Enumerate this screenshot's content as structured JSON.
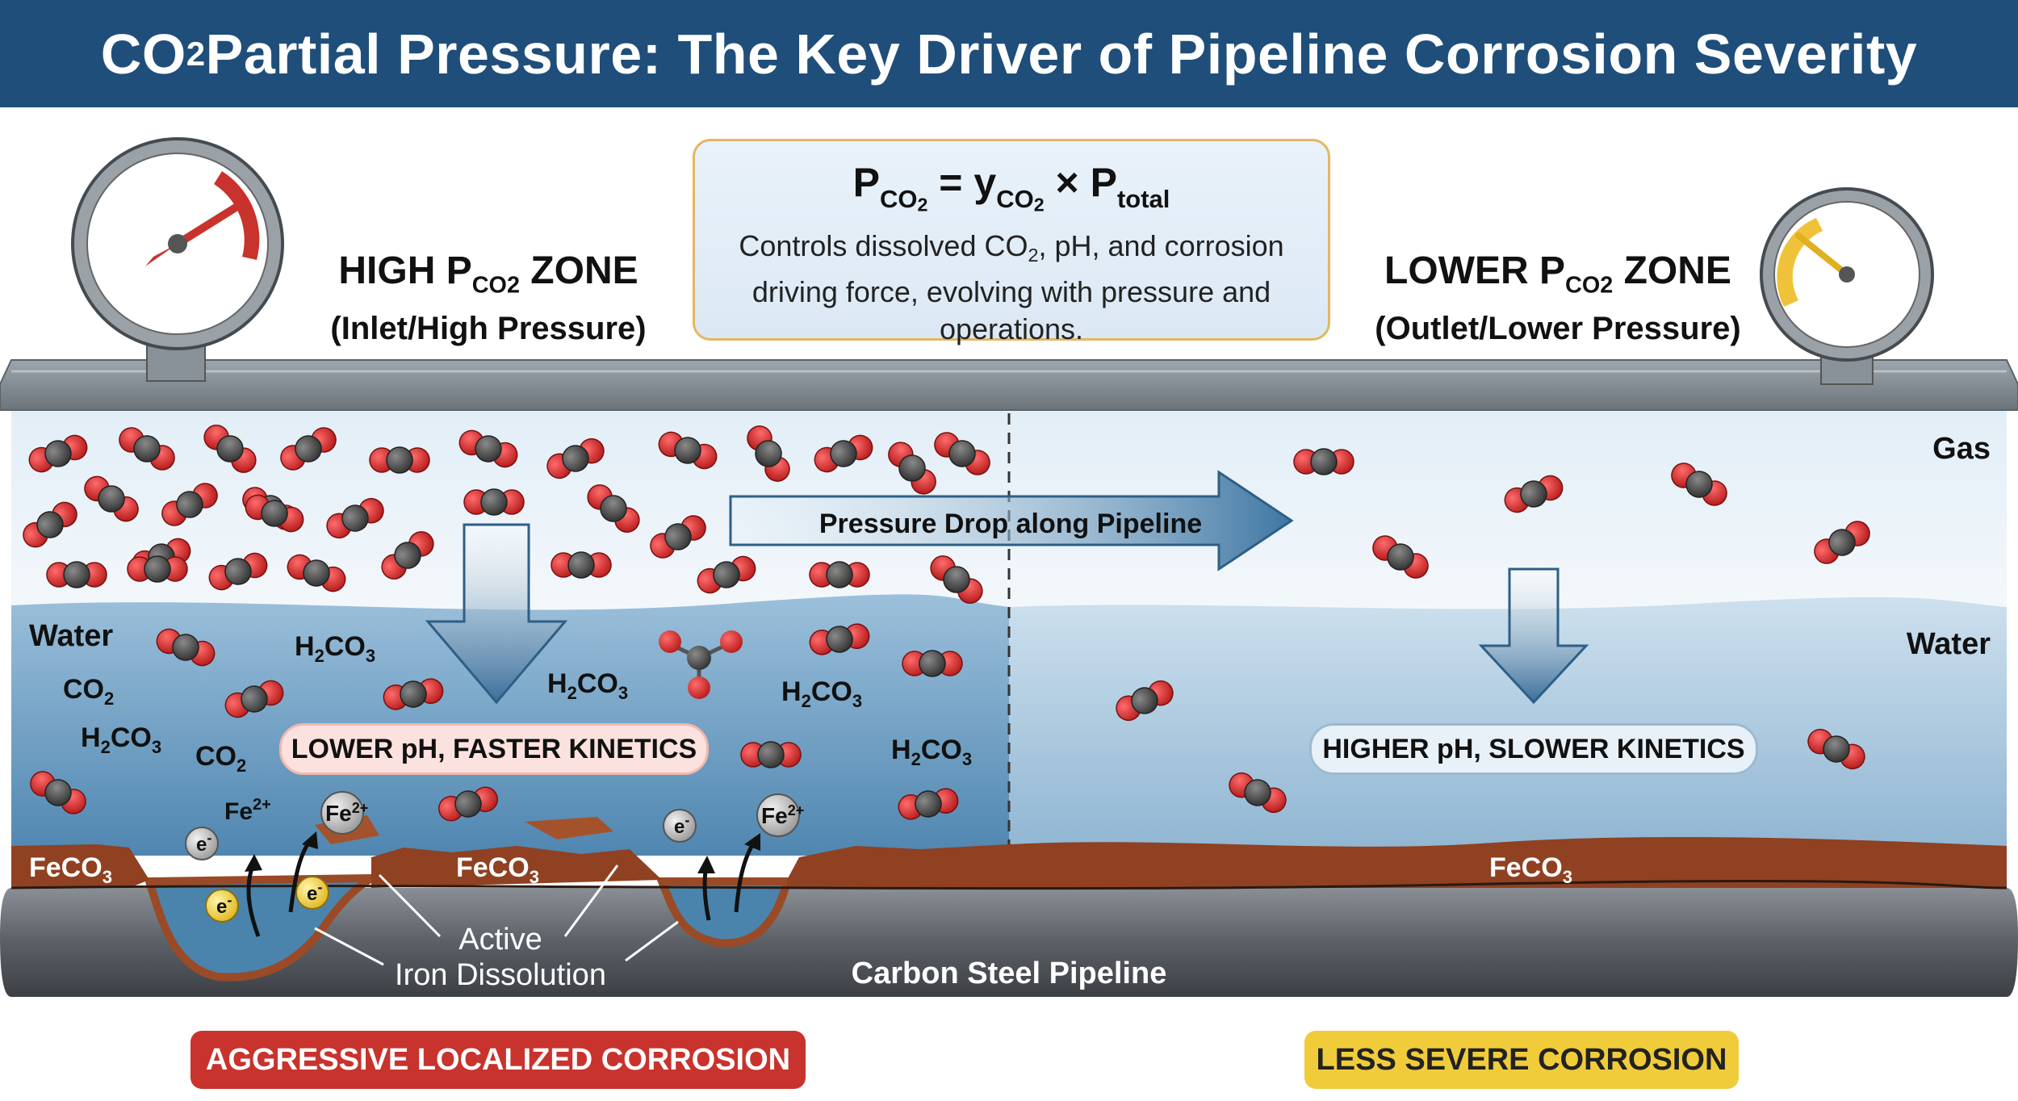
{
  "title": {
    "prefix": "CO",
    "sub": "2",
    "rest": " Partial Pressure: The Key Driver of Pipeline Corrosion Severity"
  },
  "formula": {
    "p": "P",
    "p_sub": "CO",
    "p_sub2": "2",
    "eq": " = y",
    "y_sub": "CO",
    "y_sub2": "2",
    "times": " × P",
    "total": "total"
  },
  "formula_desc": {
    "line1a": "Controls dissolved CO",
    "line1sub": "2",
    "line1b": ", pH, and corrosion",
    "line2": "driving force, evolving with pressure and",
    "line3": "operations."
  },
  "high_zone": {
    "title_a": "HIGH P",
    "title_sub": "CO",
    "title_sub2": "2",
    "title_b": " ZONE",
    "subtitle": "(Inlet/High Pressure)"
  },
  "low_zone": {
    "title_a": "LOWER P",
    "title_sub": "CO",
    "title_sub2": "2",
    "title_b": " ZONE",
    "subtitle": "(Outlet/Lower Pressure)"
  },
  "labels": {
    "gas": "Gas",
    "water_left": "Water",
    "water_right": "Water",
    "pressure_drop": "Pressure Drop along Pipeline",
    "pipeline": "Carbon Steel Pipeline",
    "active": "Active",
    "iron_dissolution": "Iron Dissolution",
    "lower_ph": "LOWER pH, FASTER KINETICS",
    "higher_ph": "HIGHER pH, SLOWER KINETICS",
    "aggressive": "AGGRESSIVE LOCALIZED CORROSION",
    "less_severe": "LESS SEVERE CORROSION"
  },
  "species": {
    "co2": "CO",
    "co2_sub": "2",
    "h2co3_a": "H",
    "h2co3_sub1": "2",
    "h2co3_b": "CO",
    "h2co3_sub2": "3",
    "feco3_a": "FeCO",
    "feco3_sub": "3",
    "fe": "Fe",
    "fe_charge": "2+",
    "electron": "e",
    "electron_charge": "-"
  },
  "colors": {
    "title_bg": "#1f4e7a",
    "high_gauge": "#c8332d",
    "low_gauge": "#f0c23a",
    "scale_rust": "#9a4a26",
    "steel": "#555a60",
    "water": "#5c8fb5",
    "oxygen": "#d32f2f",
    "carbon": "#555555"
  }
}
